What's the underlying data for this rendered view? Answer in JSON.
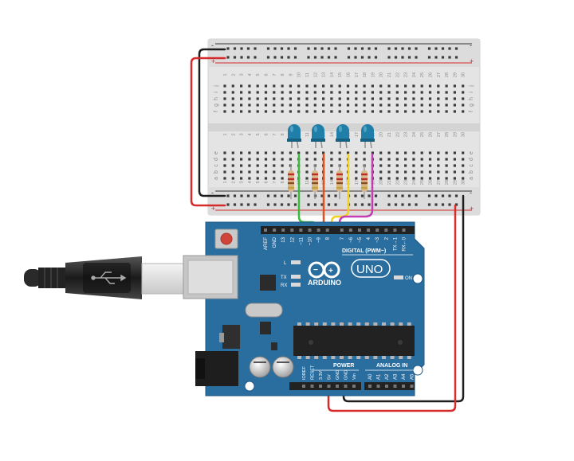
{
  "breadboard": {
    "rail_minus": "-",
    "rail_plus": "+",
    "row_letters_top": [
      "j",
      "i",
      "h",
      "g",
      "f"
    ],
    "row_letters_bottom": [
      "e",
      "d",
      "c",
      "b",
      "a"
    ],
    "column_numbers": [
      "1",
      "2",
      "3",
      "4",
      "5",
      "6",
      "7",
      "8",
      "9",
      "10",
      "11",
      "12",
      "13",
      "14",
      "15",
      "16",
      "17",
      "18",
      "19",
      "20",
      "21",
      "22",
      "23",
      "24",
      "25",
      "26",
      "27",
      "28",
      "29",
      "30"
    ]
  },
  "arduino": {
    "logo_text": "ARDUINO",
    "model": "UNO",
    "digital_label": "DIGITAL (PWM~)",
    "analog_label": "ANALOG IN",
    "power_label": "POWER",
    "on_label": "ON",
    "led_l": "L",
    "led_tx": "TX",
    "led_rx": "RX",
    "digital_pins": [
      "AREF",
      "GND",
      "13",
      "12",
      "~11",
      "~10",
      "~9",
      "8",
      "7",
      "~6",
      "~5",
      "4",
      "~3",
      "2",
      "TX→1",
      "RX←0"
    ],
    "power_pins": [
      "IOREF",
      "RESET",
      "3.3V",
      "5V",
      "GND",
      "GND",
      "Vin"
    ],
    "analog_pins": [
      "A0",
      "A1",
      "A2",
      "A3",
      "A4",
      "A5"
    ]
  },
  "wire_colors": {
    "black": "#1e1e1e",
    "red": "#d72a2a",
    "green": "#3cb93c",
    "orange": "#e2501e",
    "yellow": "#f2d21e",
    "magenta": "#c23cb4"
  },
  "components": {
    "leds": [
      {
        "color": "#1f7fa8",
        "kind": "blue-led"
      },
      {
        "color": "#1f7fa8",
        "kind": "blue-led"
      },
      {
        "color": "#1f7fa8",
        "kind": "blue-led"
      },
      {
        "color": "#1f7fa8",
        "kind": "blue-led"
      }
    ],
    "resistor_count": 4
  }
}
